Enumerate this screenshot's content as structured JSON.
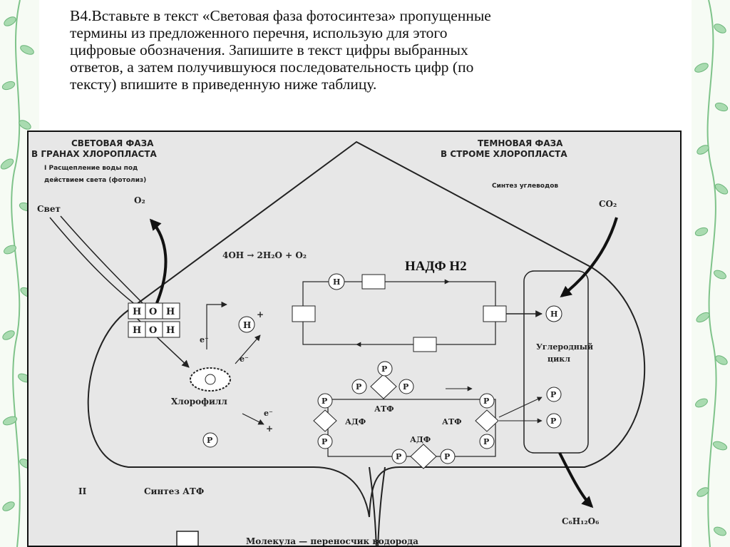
{
  "task": {
    "text": "В4.Вставьте в текст «Световая фаза фотосинтеза» пропущенные\nтермины из предложенного перечня, использую для этого\nцифровые обозначения. Запишите в текст цифры выбранных\nответов, а затем получившуюся последовательность цифр (по\nтексту)  впишите в приведенную ниже таблицу."
  },
  "diagram": {
    "light_title_1": "СВЕТОВАЯ ФАЗА",
    "light_title_2": "В ГРАНАХ ХЛОРОПЛАСТА",
    "section_1_line_1": "I Расщепление воды под",
    "section_1_line_2": "действием света (фотолиз)",
    "dark_title_1": "ТЕМНОВАЯ ФАЗА",
    "dark_title_2": "В СТРОМЕ ХЛОРОПЛАСТА",
    "carb_synthesis": "Синтез углеводов",
    "co2": "CO₂",
    "light": "Свет",
    "o2": "O₂",
    "reaction": "4OH → 2H₂O + O₂",
    "nadph": "НАДФ Н2",
    "h": "H",
    "o": "O",
    "h_plus": "H",
    "plus": "+",
    "electron": "e⁻",
    "chlorophyll": "Хлорофилл",
    "p": "P",
    "atf": "АТФ",
    "adf": "АДФ",
    "carbon_cycle_1": "Углеродный",
    "carbon_cycle_2": "цикл",
    "glucose": "C₆H₁₂O₆",
    "section_2": "II",
    "atp_synthesis": "Синтез АТФ",
    "legend": "Молекула — переносчик водорода"
  }
}
